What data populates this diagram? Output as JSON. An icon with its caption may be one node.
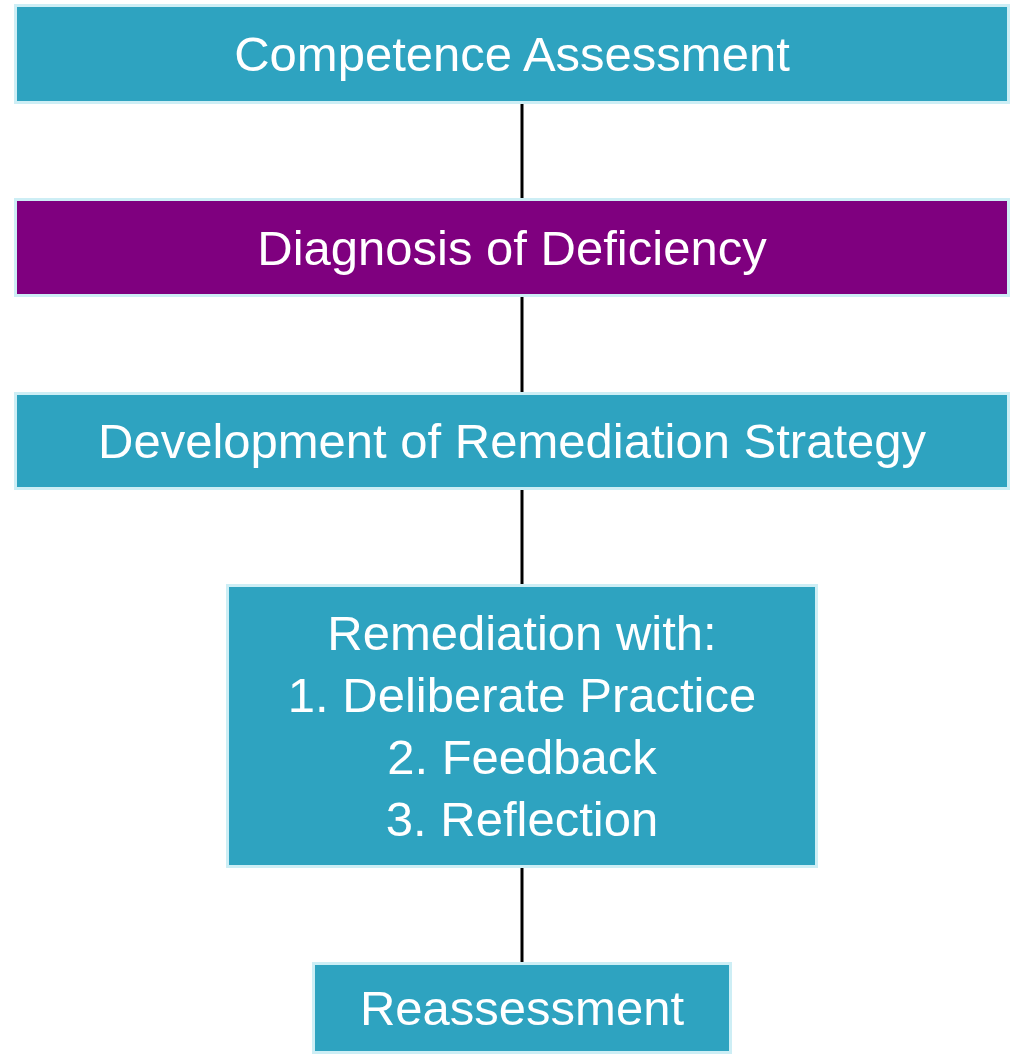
{
  "diagram": {
    "nodes": [
      {
        "text": [
          "Competence Assessment"
        ]
      },
      {
        "text": [
          "Diagnosis of Deficiency"
        ]
      },
      {
        "text": [
          "Development of Remediation Strategy"
        ]
      },
      {
        "text": [
          "Remediation with:",
          "1. Deliberate Practice",
          "2. Feedback",
          "3. Reflection"
        ]
      },
      {
        "text": [
          "Reassessment"
        ]
      }
    ],
    "edges": [
      {
        "from": 0,
        "to": 1,
        "arrow": "none"
      },
      {
        "from": 1,
        "to": 2,
        "arrow": "none"
      },
      {
        "from": 2,
        "to": 3,
        "arrow": "none"
      },
      {
        "from": 3,
        "to": 4,
        "arrow": "none"
      }
    ]
  }
}
